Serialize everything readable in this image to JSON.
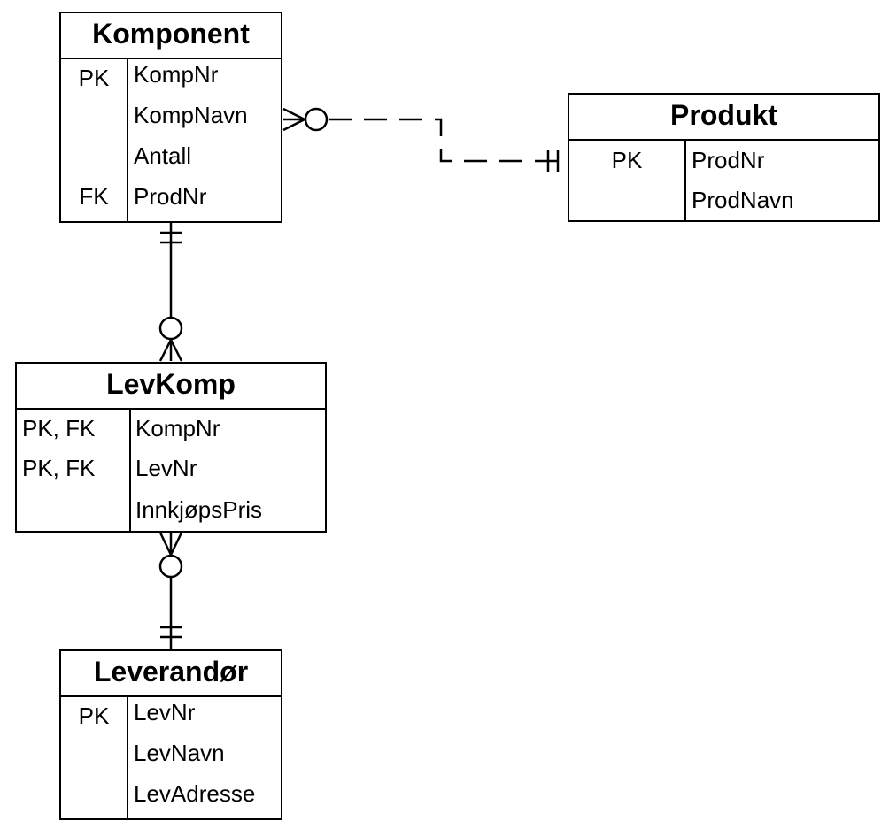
{
  "entities": {
    "komponent": {
      "name": "Komponent",
      "rows": [
        {
          "key": "PK",
          "attr": "KompNr"
        },
        {
          "key": "",
          "attr": "KompNavn"
        },
        {
          "key": "",
          "attr": "Antall"
        },
        {
          "key": "FK",
          "attr": "ProdNr"
        }
      ]
    },
    "produkt": {
      "name": "Produkt",
      "rows": [
        {
          "key": "PK",
          "attr": "ProdNr"
        },
        {
          "key": "",
          "attr": "ProdNavn"
        }
      ]
    },
    "levkomp": {
      "name": "LevKomp",
      "rows": [
        {
          "key": "PK, FK",
          "attr": "KompNr"
        },
        {
          "key": "PK, FK",
          "attr": "LevNr"
        },
        {
          "key": "",
          "attr": "InnkjøpsPris"
        }
      ]
    },
    "leverandor": {
      "name": "Leverandør",
      "rows": [
        {
          "key": "PK",
          "attr": "LevNr"
        },
        {
          "key": "",
          "attr": "LevNavn"
        },
        {
          "key": "",
          "attr": "LevAdresse"
        }
      ]
    }
  },
  "relationships": [
    {
      "from": "Komponent",
      "to": "Produkt",
      "from_cardinality": "zero-or-many",
      "to_cardinality": "exactly-one",
      "identifying": false
    },
    {
      "from": "Komponent",
      "to": "LevKomp",
      "from_cardinality": "exactly-one",
      "to_cardinality": "zero-or-many",
      "identifying": true
    },
    {
      "from": "LevKomp",
      "to": "Leverandør",
      "from_cardinality": "zero-or-many",
      "to_cardinality": "exactly-one",
      "identifying": true
    }
  ]
}
